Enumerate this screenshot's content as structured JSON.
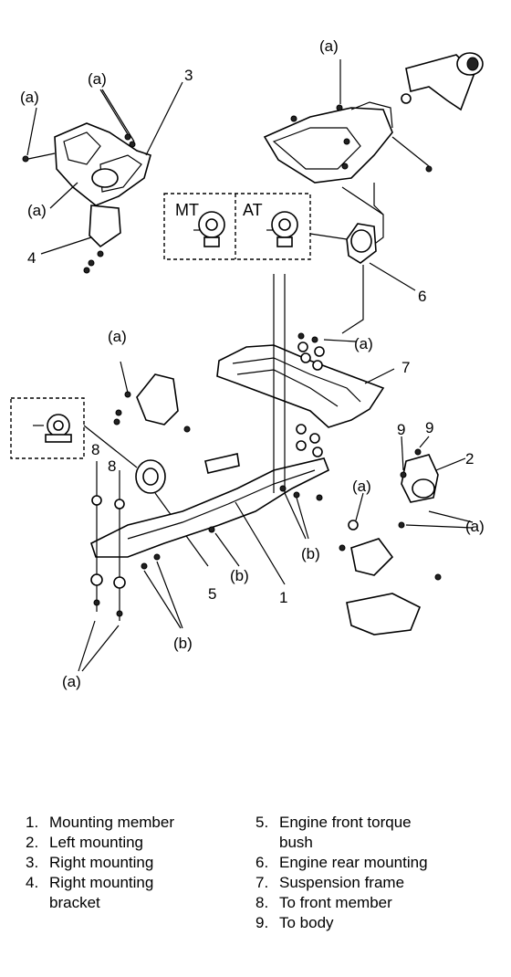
{
  "callouts": {
    "a": "(a)",
    "b": "(b)",
    "n1": "1",
    "n2": "2",
    "n3": "3",
    "n4": "4",
    "n5": "5",
    "n6": "6",
    "n7": "7",
    "n8": "8",
    "n9": "9"
  },
  "inset": {
    "mt_label": "MT",
    "at_label": "AT"
  },
  "legend": {
    "left": [
      {
        "num": "1.",
        "text": "Mounting member"
      },
      {
        "num": "2.",
        "text": "Left mounting"
      },
      {
        "num": "3.",
        "text": "Right mounting"
      },
      {
        "num": "4.",
        "text": "Right mounting bracket"
      }
    ],
    "right": [
      {
        "num": "5.",
        "text": "Engine front torque bush"
      },
      {
        "num": "6.",
        "text": "Engine rear mounting"
      },
      {
        "num": "7.",
        "text": "Suspension frame"
      },
      {
        "num": "8.",
        "text": "To front member"
      },
      {
        "num": "9.",
        "text": "To body"
      }
    ]
  }
}
